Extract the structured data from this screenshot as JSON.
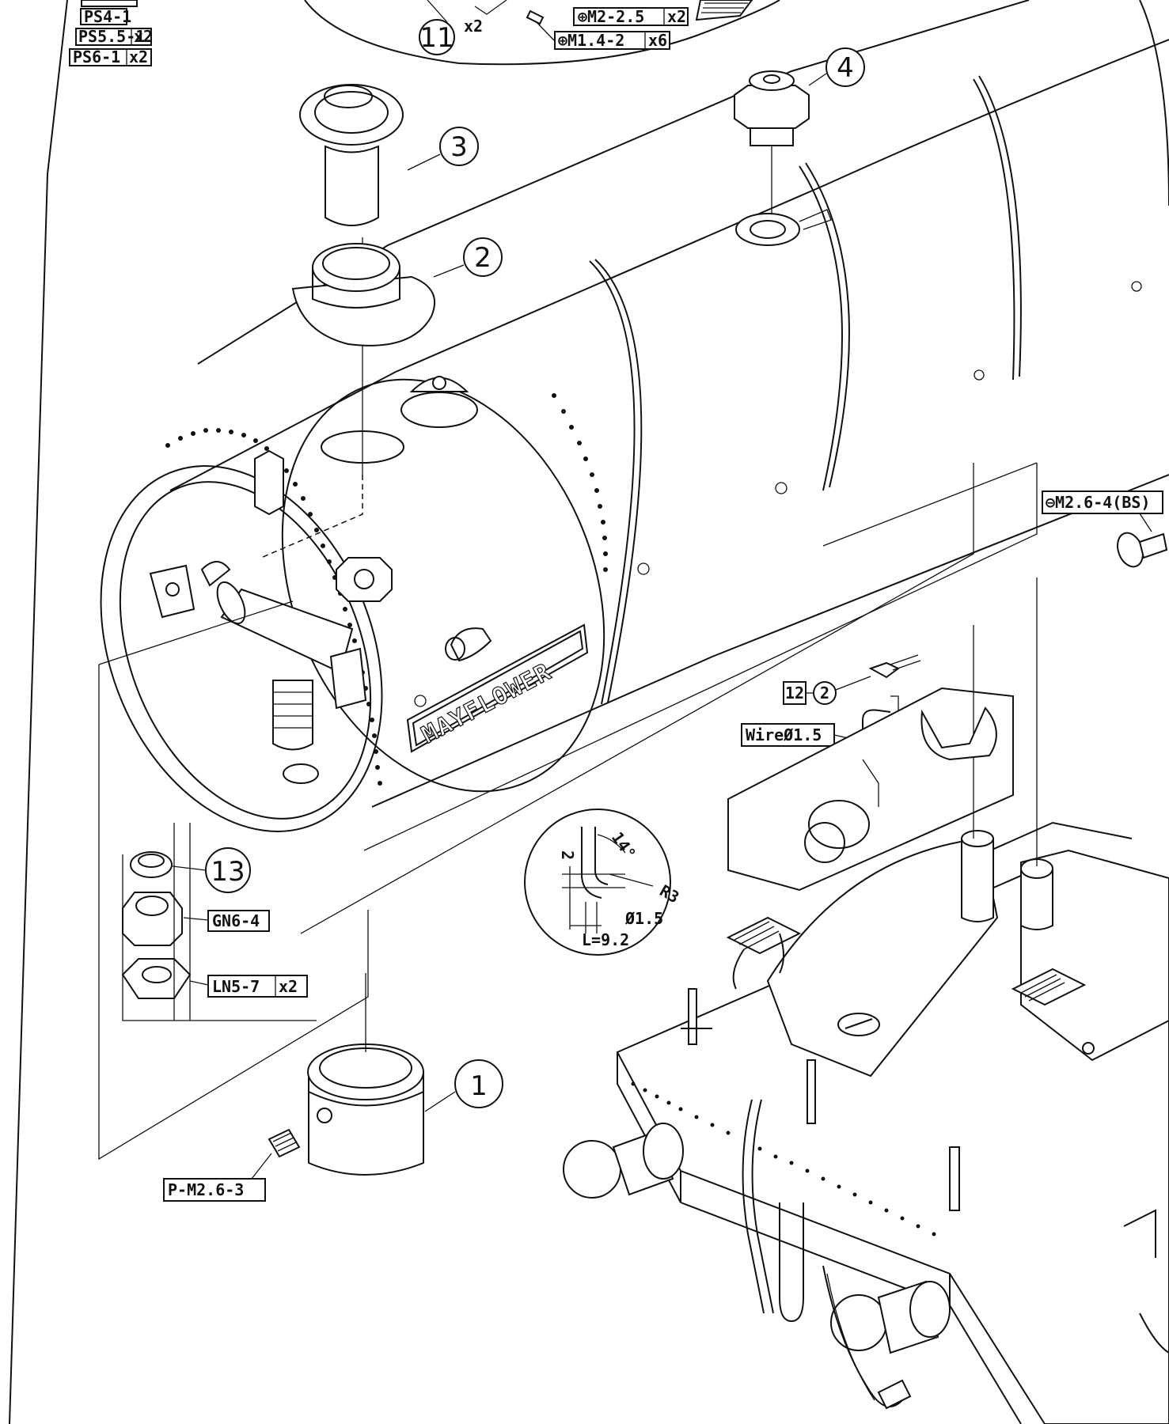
{
  "title_fragment": "MAYFLOWER",
  "parts_list": [
    {
      "code": "PS4-1",
      "qty": ""
    },
    {
      "code": "PS5.5-1",
      "qty": "x2"
    },
    {
      "code": "PS6-1",
      "qty": "x2"
    }
  ],
  "top_screws": [
    {
      "code": "⊕M2-2.5",
      "qty": "x2"
    },
    {
      "code": "⊕M1.4-2",
      "qty": "x6"
    }
  ],
  "callouts": {
    "c1": "1",
    "c2": "2",
    "c3": "3",
    "c4": "4",
    "c11": "11",
    "c11_qty": "x2",
    "c13": "13"
  },
  "labels": {
    "gn": "GN6-4",
    "ln": "LN5-7",
    "ln_qty": "x2",
    "grub": "P-M2.6-3",
    "bs_screw": "⊖M2.6-4(BS)",
    "ref12": "12",
    "ref12b": "2",
    "wire": "WireØ1.5"
  },
  "wire_detail": {
    "dim_2": "2",
    "angle": "14°",
    "radius": "R3",
    "diameter": "Ø1.5",
    "length": "L=9.2"
  }
}
